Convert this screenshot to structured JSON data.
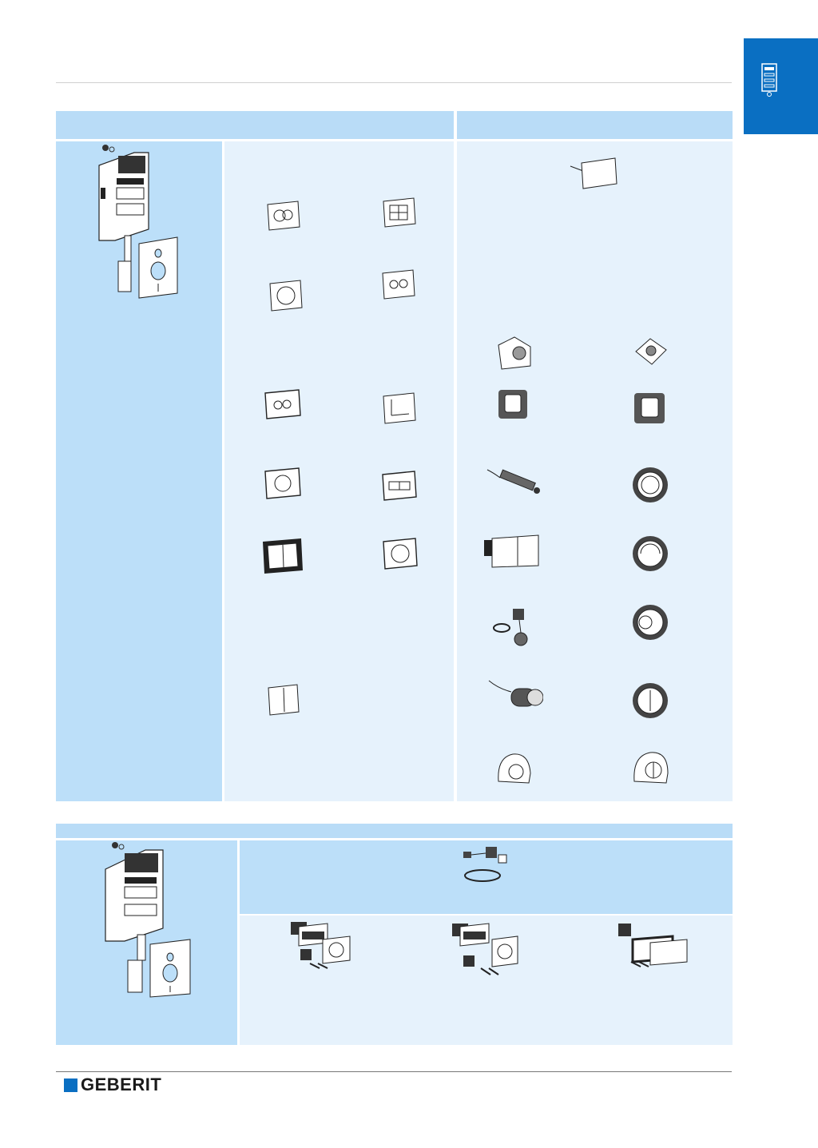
{
  "brand": {
    "name": "GEBERIT",
    "accent": "#0a6fc2"
  },
  "colors": {
    "header": "#b9dcf7",
    "panel_dark": "#bcdff9",
    "panel_light": "#e6f2fc"
  },
  "table1": {
    "left_icons": [
      "dual-round-plate-icon",
      "dual-rect-plate-icon",
      "round-single-plate-icon",
      "dual-circle-plate-icon",
      "dual-oval-plate-icon",
      "square-plate-icon",
      "round-plate-icon",
      "rect-dual-plate-icon",
      "framed-plate-icon",
      "round-plate-icon-2",
      "split-plate-icon"
    ],
    "right_icons": [
      "remote-plate-icon",
      "wall-button-icon",
      "flat-button-icon",
      "square-button-icon",
      "square-button-icon-2",
      "cable-actuator-icon",
      "round-push-icon",
      "electronic-plate-icon",
      "round-push-icon-2",
      "pneumatic-kit-icon",
      "round-push-icon-3",
      "cable-round-icon",
      "round-push-icon-4",
      "dome-push-icon",
      "dome-push-icon-2"
    ]
  },
  "table2": {
    "icons": [
      "hose-kit-icon",
      "mounting-set-round-icon",
      "mounting-set-round-icon-2",
      "mounting-set-rect-icon"
    ]
  }
}
